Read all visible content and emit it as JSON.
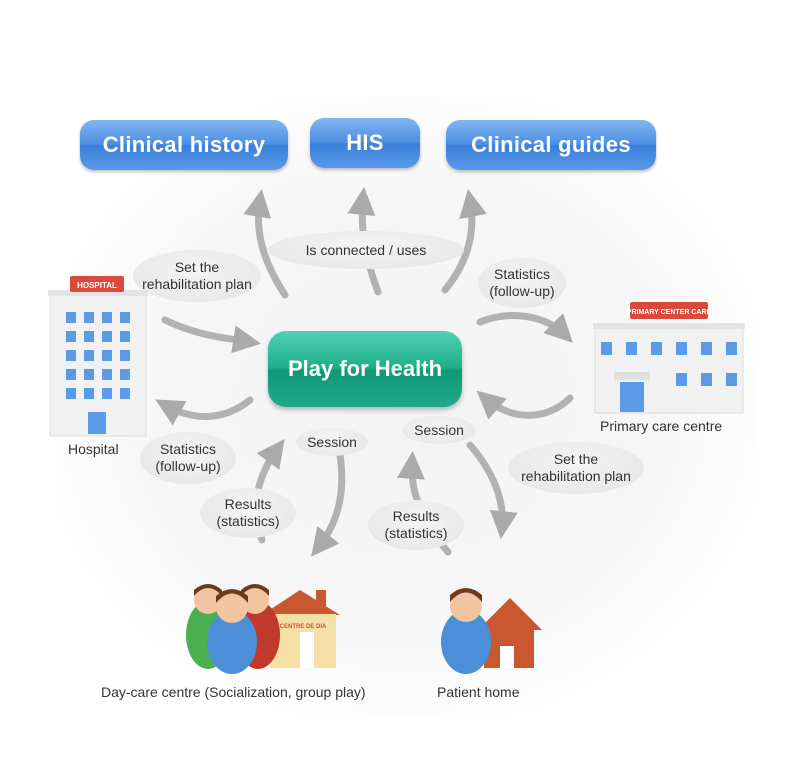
{
  "systems": {
    "clinical_history": "Clinical history",
    "his": "HIS",
    "clinical_guides": "Clinical guides"
  },
  "core": {
    "label": "Play for Health"
  },
  "labels": {
    "connected": "Is connected / uses",
    "set_plan_left": [
      "Set the",
      "rehabilitation plan"
    ],
    "set_plan_right": [
      "Set the",
      "rehabilitation plan"
    ],
    "stats_right": [
      "Statistics",
      "(follow-up)"
    ],
    "stats_left": [
      "Statistics",
      "(follow-up)"
    ],
    "session_left": "Session",
    "session_right": "Session",
    "results_left": [
      "Results",
      "(statistics)"
    ],
    "results_right": [
      "Results",
      "(statistics)"
    ]
  },
  "places": {
    "hospital_caption": "Hospital",
    "hospital_sign": "HOSPITAL",
    "primary_caption": "Primary care centre",
    "primary_sign": "PRIMARY CENTER CARE",
    "daycare_caption": "Day-care centre (Socialization, group play)",
    "daycare_sign": "CENTRE DE DIA",
    "home_caption": "Patient home"
  },
  "colors": {
    "pill_blue": "#4d8fe3",
    "core_green": "#1fae8c",
    "arrow_grey": "#b0b0b0",
    "person_blue": "#4a8fd8",
    "person_green": "#4caf50",
    "person_red": "#c0392b",
    "house_orange": "#c9572f",
    "hospital_sign_red": "#d94a3a"
  }
}
